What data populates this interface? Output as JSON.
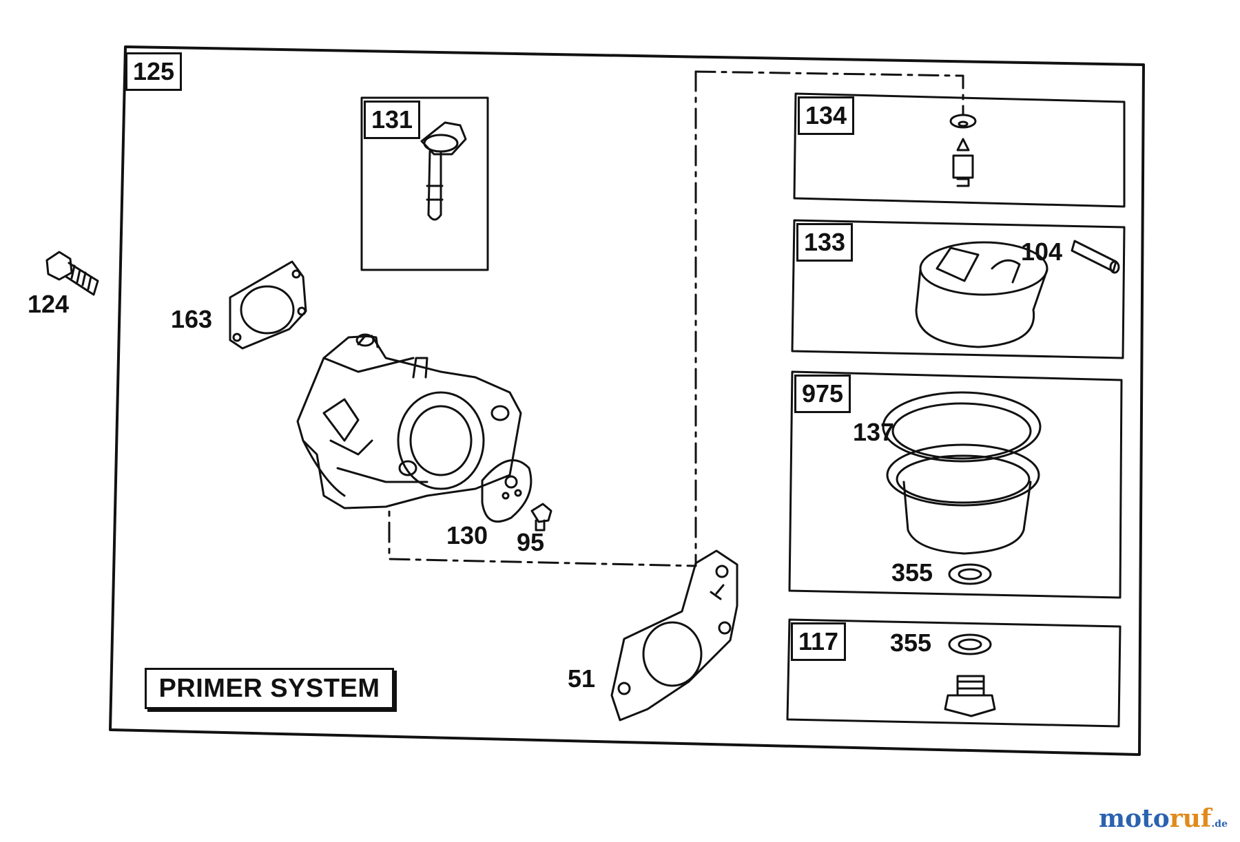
{
  "diagram": {
    "frame_label": "125",
    "title": "PRIMER SYSTEM",
    "boxes": {
      "primer_bulb": "131",
      "needle_seat": "134",
      "float": "133",
      "bowl_kit": "975",
      "bowl_nut_kit": "117"
    },
    "callouts": {
      "bolt": "124",
      "intake_gasket": "163",
      "diaphragm": "130",
      "screw": "95",
      "carb_gasket": "51",
      "hinge_pin": "104",
      "bowl_gasket": "137",
      "washer_bowl": "355",
      "washer_nut": "355"
    }
  },
  "watermark": {
    "part1": "moto",
    "part2": "ruf",
    "part3": ".de"
  },
  "colors": {
    "ink": "#111111",
    "watermark_blue": "#2a62b0",
    "watermark_orange": "#e08a1c"
  }
}
